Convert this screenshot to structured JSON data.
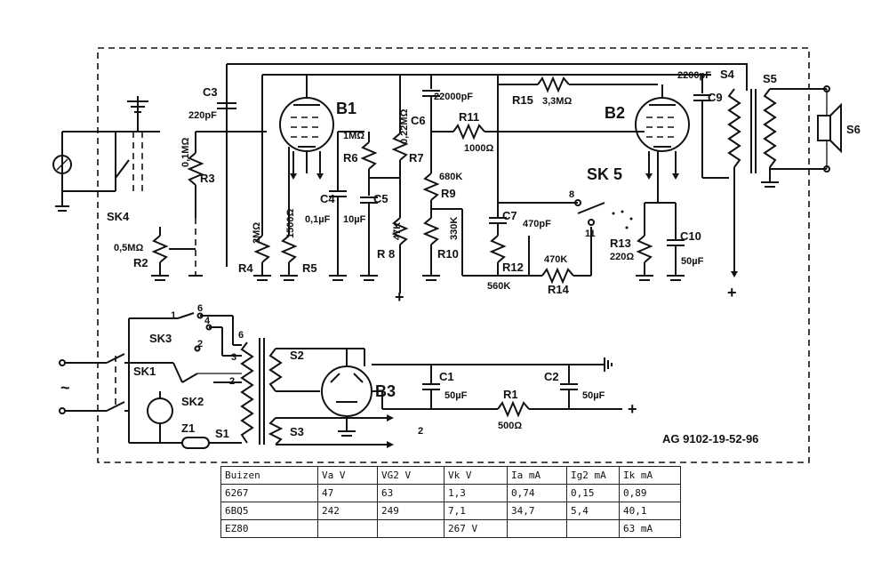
{
  "diagram": {
    "drawing_id": "AG 9102-19-52-96",
    "tubes": {
      "b1": "B1",
      "b2": "B2",
      "b3": "B3"
    },
    "components": {
      "c3": {
        "ref": "C3",
        "val": "220pF"
      },
      "r3": {
        "ref": "R3",
        "val": "0,1MΩ"
      },
      "r2": {
        "ref": "R2",
        "val": "0,5MΩ"
      },
      "r4": {
        "ref": "R4",
        "val": "2MΩ"
      },
      "r5": {
        "ref": "R5",
        "val": "1500Ω"
      },
      "r6": {
        "ref": "R6",
        "val": "1MΩ"
      },
      "c4": {
        "ref": "C4",
        "val": "0,1µF"
      },
      "c5": {
        "ref": "C5",
        "val": "10µF"
      },
      "r7": {
        "ref": "R7",
        "val": "0,22MΩ"
      },
      "r8": {
        "ref": "R 8",
        "val": "47K"
      },
      "c6": {
        "ref": "C6",
        "val": "22000pF"
      },
      "r11": {
        "ref": "R11",
        "val": "1000Ω"
      },
      "r9": {
        "ref": "R9",
        "val": "680K"
      },
      "r10": {
        "ref": "R10",
        "val": "330K"
      },
      "c7": {
        "ref": "C7",
        "val": "470pF"
      },
      "r12": {
        "ref": "R12",
        "val": "560K"
      },
      "r14": {
        "ref": "R14",
        "val": "470K"
      },
      "r15": {
        "ref": "R15",
        "val": "3,3MΩ"
      },
      "c8": {
        "val": "2200pF"
      },
      "c9": {
        "ref": "C9"
      },
      "r13": {
        "ref": "R13",
        "val": "220Ω"
      },
      "c10": {
        "ref": "C10",
        "val": "50µF"
      },
      "c1": {
        "ref": "C1",
        "val": "50µF"
      },
      "c2": {
        "ref": "C2",
        "val": "50µF"
      },
      "r1": {
        "ref": "R1",
        "val": "500Ω"
      },
      "z1": {
        "ref": "Z1"
      }
    },
    "switches": {
      "sk1": "SK1",
      "sk2": "SK2",
      "sk3": "SK3",
      "sk4": "SK4",
      "sk5": "SK 5",
      "sk5_pos_a": "8",
      "sk5_pos_b": "11",
      "sk3_pos_1": "1",
      "sk3_pos_6": "6",
      "sk3_pos_4": "4",
      "sk3_pos_2": "2",
      "tr_tap_6": "6",
      "tr_tap_3": "3",
      "tr_tap_2": "2",
      "b3_pin": "2"
    },
    "windings": {
      "s1": "S1",
      "s2": "S2",
      "s3": "S3",
      "s4": "S4",
      "s5": "S5",
      "s6": "S6"
    },
    "symbols": {
      "plus": "+",
      "ac": "~"
    }
  },
  "table": {
    "headers": [
      "Buizen",
      "Va  V",
      "VG2  V",
      "Vk  V",
      "Ia  mA",
      "Ig2 mA",
      "Ik  mA"
    ],
    "rows": [
      [
        "6267",
        "47",
        "63",
        "1,3",
        "0,74",
        "0,15",
        "0,89"
      ],
      [
        "6BQ5",
        "242",
        "249",
        "7,1",
        "34,7",
        "5,4",
        "40,1"
      ],
      [
        "EZ80",
        "",
        "",
        "267 V",
        "",
        "",
        "63  mA"
      ]
    ]
  }
}
